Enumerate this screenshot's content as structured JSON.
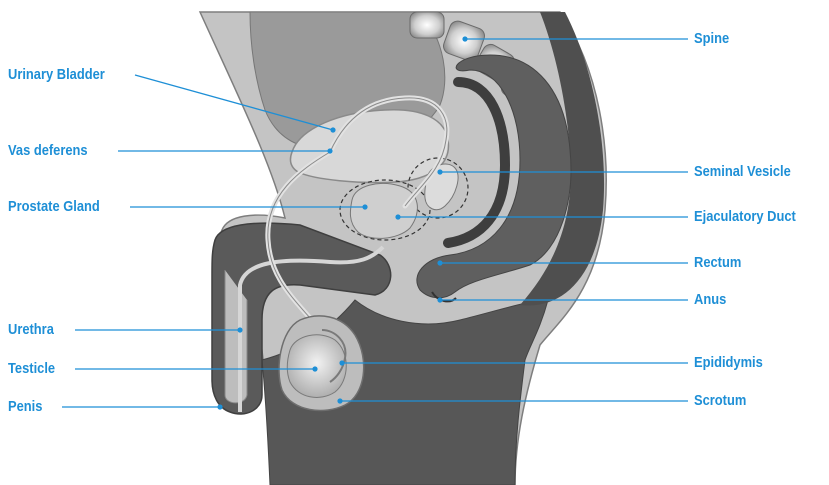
{
  "accent_color": "#1e8fd6",
  "labels": {
    "left": {
      "urinary_bladder": "Urinary Bladder",
      "vas_deferens": "Vas deferens",
      "prostate_gland": "Prostate Gland",
      "urethra": "Urethra",
      "testicle": "Testicle",
      "penis": "Penis"
    },
    "right": {
      "spine": "Spine",
      "seminal_vesicle": "Seminal Vesicle",
      "ejaculatory_duct": "Ejaculatory Duct",
      "rectum": "Rectum",
      "anus": "Anus",
      "epididymis": "Epididymis",
      "scrotum": "Scrotum"
    }
  }
}
